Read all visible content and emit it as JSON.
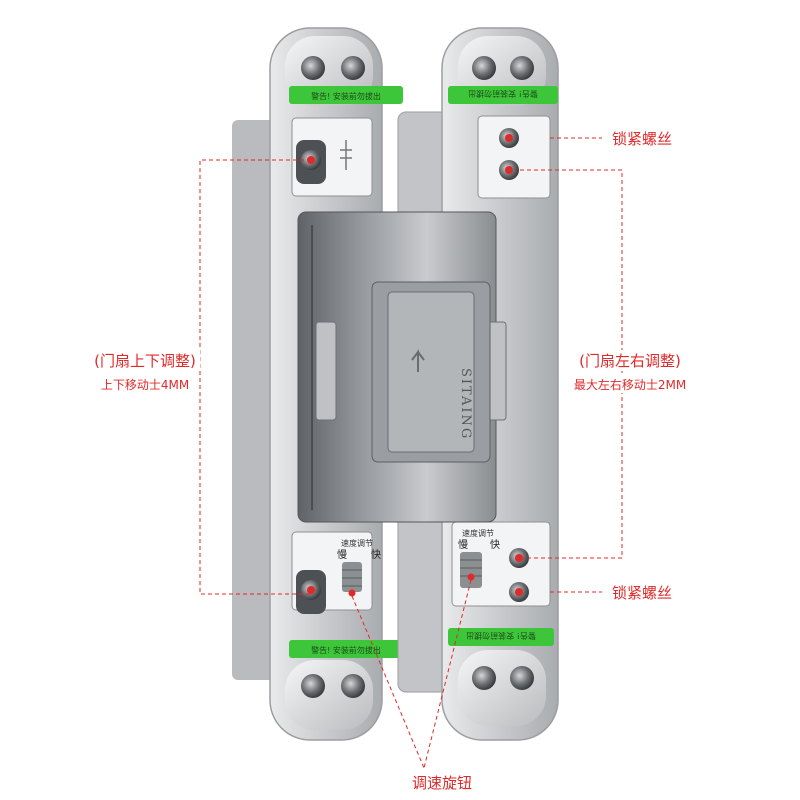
{
  "labels": {
    "lock_screw_top": "锁紧螺丝",
    "lock_screw_bottom": "锁紧螺丝",
    "vertical_adjust_title": "(门扇上下调整)",
    "vertical_adjust_range": "上下移动士4MM",
    "horizontal_adjust_title": "(门扇左右调整)",
    "horizontal_adjust_range": "最大左右移动士2MM",
    "speed_knob": "调速旋钮"
  },
  "product": {
    "brand_engraving": "SITAING",
    "warning_tag_left_top": "警告! 安装前勿拔出",
    "warning_tag_right_top": "警告! 安装前勿拔出",
    "warning_tag_left_bottom": "警告! 安装前勿拔出",
    "warning_tag_right_bottom": "警告! 安装前勿拔出",
    "speed_plate_title": "速度调节",
    "speed_plate_slow": "慢",
    "speed_plate_fast": "快"
  },
  "colors": {
    "annotation_red": "#e02a2a",
    "tag_green": "#3ec63a",
    "metal_light": "#d9dadc",
    "metal_dark": "#6f7275"
  }
}
